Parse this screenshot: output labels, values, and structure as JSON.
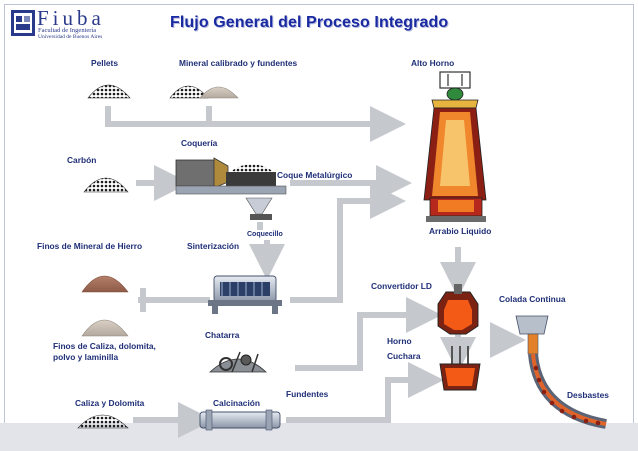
{
  "header": {
    "title": "Flujo General del Proceso Integrado",
    "logo_word": "Fiuba",
    "logo_line1": "Facultad de Ingeniería",
    "logo_line2": "Universidad de Buenos Aires"
  },
  "labels": {
    "pellets": "Pellets",
    "mineral": "Mineral calibrado y fundentes",
    "alto_horno": "Alto Horno",
    "coqueria": "Coquería",
    "carbon": "Carbón",
    "coque": "Coque Metalúrgico",
    "coquecillo": "Coquecillo",
    "arrabio": "Arrabio Liquido",
    "finos_hierro": "Finos de Mineral de Hierro",
    "sinterizacion": "Sinterización",
    "convertidor": "Convertidor LD",
    "colada": "Colada Continua",
    "finos_caliza_1": "Finos de Caliza, dolomita,",
    "finos_caliza_2": "polvo y laminilla",
    "chatarra": "Chatarra",
    "horno_1": "Horno",
    "horno_2": "Cuchara",
    "fundentes": "Fundentes",
    "desbastes": "Desbastes",
    "caliza": "Caliza y Dolomita",
    "calcinacion": "Calcinación"
  },
  "colors": {
    "arrow": "#c5c8cc",
    "label": "#1f2f78",
    "title": "#1a2aa0",
    "molten": "#e8420f",
    "furnace": "#c0392b"
  }
}
